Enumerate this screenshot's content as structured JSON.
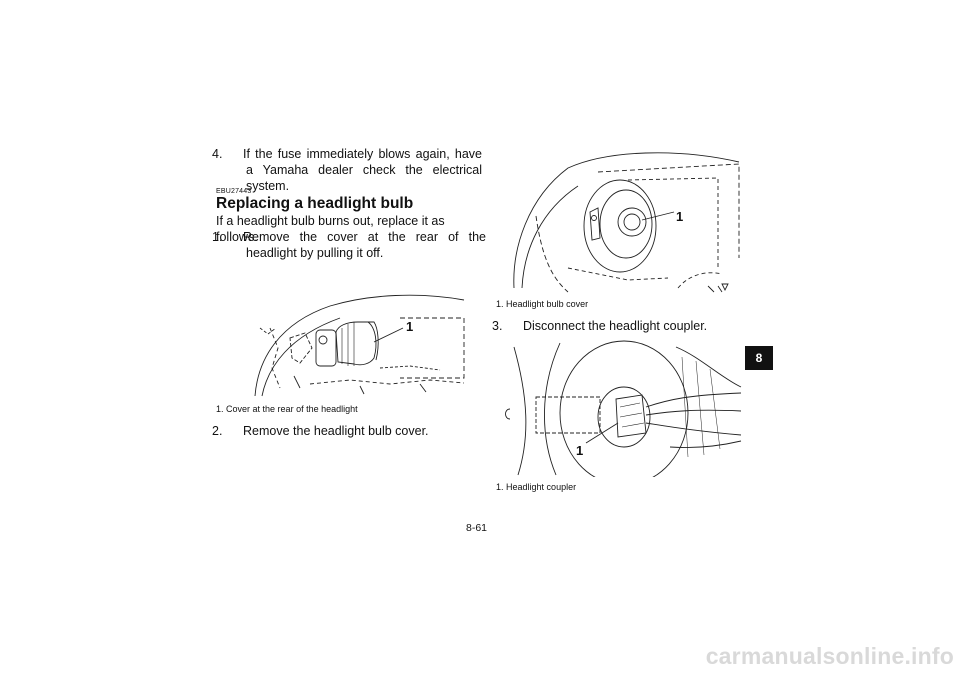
{
  "left_column": {
    "step4": {
      "number": "4.",
      "text": "If the fuse immediately blows again, have a Yamaha dealer check the electrical system."
    },
    "section_code": "EBU27443",
    "heading": "Replacing a headlight bulb",
    "intro": "If a headlight bulb burns out, replace it as follows.",
    "step1": {
      "number": "1.",
      "text": "Remove the cover at the rear of the headlight by pulling it off."
    },
    "figure1": {
      "callout": "1",
      "caption_number": "1.",
      "caption_text": "Cover at the rear of the headlight"
    },
    "step2": {
      "number": "2.",
      "text": "Remove the headlight bulb cover."
    }
  },
  "right_column": {
    "figure2": {
      "callout": "1",
      "caption_number": "1.",
      "caption_text": "Headlight bulb cover"
    },
    "step3": {
      "number": "3.",
      "text": "Disconnect the headlight coupler."
    },
    "figure3": {
      "callout": "1",
      "caption_number": "1.",
      "caption_text": "Headlight coupler"
    }
  },
  "chapter_tab": "8",
  "page_number": "8-61",
  "watermark": "carmanualsonline.info"
}
